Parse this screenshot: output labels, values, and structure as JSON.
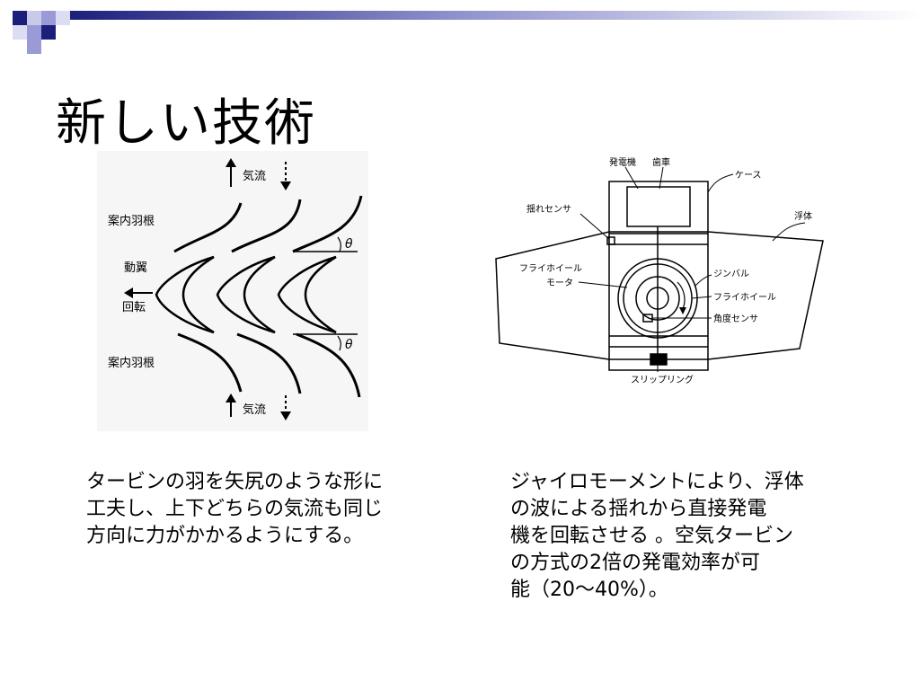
{
  "slide": {
    "title": "新しい技術"
  },
  "turbine_figure": {
    "label_airflow_top": "気流",
    "label_guide_vane_top": "案内羽根",
    "label_blade": "動翼",
    "label_rotation": "回転",
    "label_guide_vane_bottom": "案内羽根",
    "label_airflow_bottom": "気流",
    "label_angle_top": "θ",
    "label_angle_bottom": "θ"
  },
  "gyro_figure": {
    "label_generator": "発電機",
    "label_gear": "歯車",
    "label_case": "ケース",
    "label_sway_sensor": "揺れセンサ",
    "label_float": "浮体",
    "label_flywheel_motor_1": "フライホイール",
    "label_flywheel_motor_2": "モータ",
    "label_gimbal": "ジンバル",
    "label_flywheel": "フライホイール",
    "label_angle_sensor": "角度センサ",
    "label_slip_ring": "スリップリング"
  },
  "captions": {
    "left": [
      "タービンの羽を矢尻のような形に",
      "工夫し、上下どちらの気流も同じ",
      "方向に力がかかるようにする。"
    ],
    "right": [
      "ジャイロモーメントにより、浮体",
      "の波による揺れから直接発電",
      "機を回転させる 。空気タービン",
      "の方式の2倍の発電効率が可",
      "能（20～40%）。"
    ]
  },
  "colors": {
    "accent_navy": "#1b1f7a",
    "accent_lavender": "#9a9ad6",
    "text": "#000000"
  }
}
